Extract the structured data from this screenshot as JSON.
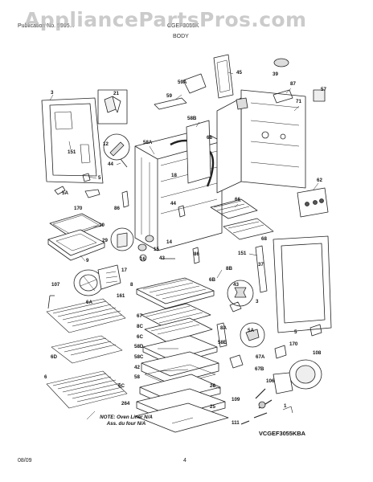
{
  "header": {
    "publication": "Publication No. 5995...",
    "model": "CGEF3055K",
    "section": "BODY"
  },
  "watermark": "AppliancePartsPros.com",
  "parts": {
    "p3a": "3",
    "p21": "21",
    "p151a": "151",
    "p12": "12",
    "p44a": "44",
    "p5a": "5",
    "p5A": "5A",
    "p170a": "170",
    "p10": "10",
    "p9": "9",
    "p107": "107",
    "p17": "17",
    "p161": "161",
    "p86a": "86",
    "p59": "59",
    "p59A": "59A",
    "p45": "45",
    "p58B": "58B",
    "p58A": "58A",
    "p68a": "68",
    "p18": "18",
    "p44b": "44",
    "p29": "29",
    "p14": "14",
    "p15": "15",
    "p16": "16",
    "p43a": "43",
    "p86b": "86",
    "p39": "39",
    "p87": "87",
    "p57": "57",
    "p71": "71",
    "p62": "62",
    "p66": "66",
    "p68b": "68",
    "p151b": "151",
    "p37": "37",
    "p8B": "8B",
    "p6B": "6B",
    "p8": "8",
    "p43b": "43",
    "p3b": "3",
    "p6A": "6A",
    "p67": "67",
    "p8C": "8C",
    "p6C": "6C",
    "p8A": "8A",
    "p58E": "58E",
    "p5Ab": "5A",
    "p5b": "5",
    "p170b": "170",
    "p6D": "6D",
    "p58D": "58D",
    "p58C": "58C",
    "p42": "42",
    "p58": "58",
    "p6": "6",
    "p6Cb": "6C",
    "p26": "26",
    "p264": "264",
    "p25": "25",
    "p67A": "67A",
    "p67B": "67B",
    "p108": "108",
    "p106": "106",
    "p109": "109",
    "p111": "111",
    "p1": "1"
  },
  "note_line1": "NOTE: Oven Liner N/A",
  "note_line2": "Ass. du four N/A",
  "diagram_code": "VCGEF3055KBA",
  "footer": {
    "date": "08/09",
    "page": "4"
  }
}
